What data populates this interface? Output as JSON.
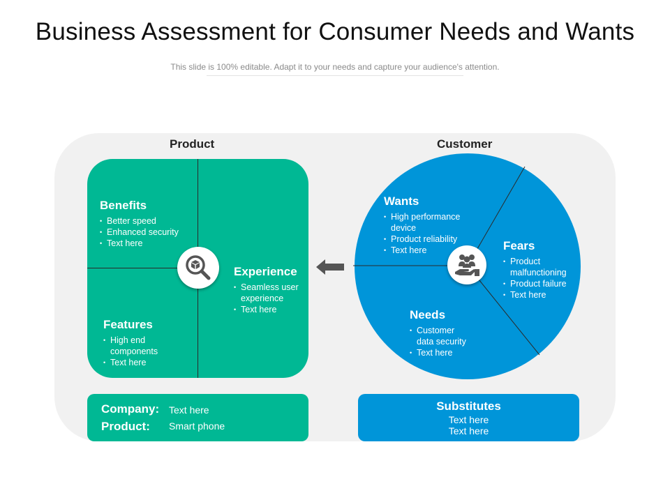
{
  "header": {
    "title": "Business Assessment for Consumer Needs and Wants",
    "subtitle": "This slide is 100% editable. Adapt it to your needs and capture your audience's attention."
  },
  "product": {
    "heading": "Product",
    "icon": "magnifier-box-icon",
    "benefits": {
      "title": "Benefits",
      "items": [
        "Better speed",
        "Enhanced security",
        "Text here"
      ]
    },
    "experience": {
      "title": "Experience",
      "items": [
        "Seamless user",
        "experience",
        "Text here"
      ]
    },
    "features": {
      "title": "Features",
      "items": [
        "High end",
        "components",
        "Text here"
      ]
    }
  },
  "customer": {
    "heading": "Customer",
    "icon": "people-hand-icon",
    "wants": {
      "title": "Wants",
      "items": [
        "High performance",
        "device",
        "Product reliability",
        "Text here"
      ]
    },
    "fears": {
      "title": "Fears",
      "items": [
        "Product",
        "malfunctioning",
        "Product failure",
        "Text here"
      ]
    },
    "needs": {
      "title": "Needs",
      "items": [
        "Customer",
        "data security",
        "Text here"
      ]
    }
  },
  "company_box": {
    "company_label": "Company:",
    "company_value": "Text here",
    "product_label": "Product:",
    "product_value": "Smart phone"
  },
  "substitutes_box": {
    "title": "Substitutes",
    "line1": "Text here",
    "line2": "Text here"
  },
  "colors": {
    "green": "#00b894",
    "blue": "#0095d9",
    "panel": "#f1f1f1",
    "arrow": "#555555"
  }
}
